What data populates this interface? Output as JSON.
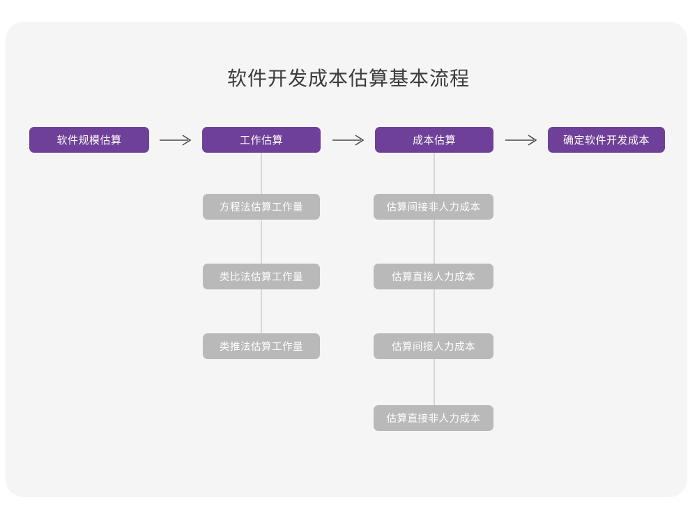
{
  "title": "软件开发成本估算基本流程",
  "colors": {
    "page_background": "#ffffff",
    "card_background": "#f5f5f6",
    "primary_node": "#6f409a",
    "secondary_node": "#b9b9b9",
    "node_text": "#ffffff",
    "title_text": "#3c3c3c",
    "connector": "#d6d6d6",
    "arrow": "#4a4a4a"
  },
  "flow": {
    "stages": [
      {
        "label": "软件规模估算",
        "substeps": []
      },
      {
        "label": "工作估算",
        "substeps": [
          "方程法估算工作量",
          "类比法估算工作量",
          "类推法估算工作量"
        ]
      },
      {
        "label": "成本估算",
        "substeps": [
          "估算间接非人力成本",
          "估算直接人力成本",
          "估算间接人力成本",
          "估算直接非人力成本"
        ]
      },
      {
        "label": "确定软件开发成本",
        "substeps": []
      }
    ],
    "arrows": [
      {
        "name": "arrow-stage1-to-stage2"
      },
      {
        "name": "arrow-stage2-to-stage3"
      },
      {
        "name": "arrow-stage3-to-stage4"
      }
    ]
  },
  "chart_data": {
    "type": "diagram",
    "diagram_type": "flowchart",
    "title": "软件开发成本估算基本流程",
    "orientation": "left-to-right with vertical sub-branches",
    "nodes": [
      {
        "id": "s1",
        "label": "软件规模估算",
        "level": "primary",
        "column": 1
      },
      {
        "id": "s2",
        "label": "工作估算",
        "level": "primary",
        "column": 2
      },
      {
        "id": "s3",
        "label": "成本估算",
        "level": "primary",
        "column": 3
      },
      {
        "id": "s4",
        "label": "确定软件开发成本",
        "level": "primary",
        "column": 4
      },
      {
        "id": "s2a",
        "label": "方程法估算工作量",
        "level": "secondary",
        "column": 2
      },
      {
        "id": "s2b",
        "label": "类比法估算工作量",
        "level": "secondary",
        "column": 2
      },
      {
        "id": "s2c",
        "label": "类推法估算工作量",
        "level": "secondary",
        "column": 2
      },
      {
        "id": "s3a",
        "label": "估算间接非人力成本",
        "level": "secondary",
        "column": 3
      },
      {
        "id": "s3b",
        "label": "估算直接人力成本",
        "level": "secondary",
        "column": 3
      },
      {
        "id": "s3c",
        "label": "估算间接人力成本",
        "level": "secondary",
        "column": 3
      },
      {
        "id": "s3d",
        "label": "估算直接非人力成本",
        "level": "secondary",
        "column": 3
      }
    ],
    "edges": [
      {
        "from": "s1",
        "to": "s2",
        "style": "arrow"
      },
      {
        "from": "s2",
        "to": "s3",
        "style": "arrow"
      },
      {
        "from": "s3",
        "to": "s4",
        "style": "arrow"
      },
      {
        "from": "s2",
        "to": "s2a",
        "style": "line"
      },
      {
        "from": "s2a",
        "to": "s2b",
        "style": "line"
      },
      {
        "from": "s2b",
        "to": "s2c",
        "style": "line"
      },
      {
        "from": "s3",
        "to": "s3a",
        "style": "line"
      },
      {
        "from": "s3a",
        "to": "s3b",
        "style": "line"
      },
      {
        "from": "s3b",
        "to": "s3c",
        "style": "line"
      },
      {
        "from": "s3c",
        "to": "s3d",
        "style": "line"
      }
    ]
  }
}
